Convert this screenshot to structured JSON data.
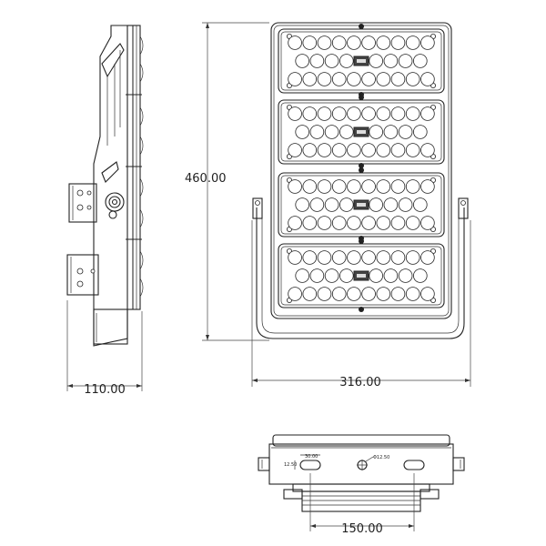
{
  "dimensions": {
    "height": "460.00",
    "width": "316.00",
    "depth": "110.00",
    "mount_spacing": "150.00",
    "hole_label": "Φ12.50",
    "slot_length": "30.00",
    "slot_width": "12.50"
  },
  "front_view": {
    "module_count": 4,
    "lenses_per_module": [
      [
        10,
        9,
        10
      ],
      [
        10,
        9,
        10
      ],
      [
        10,
        9,
        10
      ],
      [
        10,
        9,
        10
      ]
    ]
  },
  "colors": {
    "line": "#222222",
    "background": "#ffffff"
  }
}
